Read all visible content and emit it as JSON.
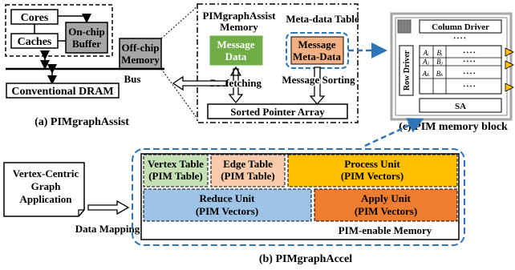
{
  "assist": {
    "cores": "Cores",
    "caches": "Caches",
    "buffer_line1": "On-chip",
    "buffer_line2": "Buffer",
    "offchip_line1": "Off-chip",
    "offchip_line2": "Memory",
    "bus": "Bus",
    "dram": "Conventional DRAM",
    "caption": "(a) PIMgraphAssist"
  },
  "zoom": {
    "memory_title_line1": "PIMgraphAssist",
    "memory_title_line2": "Memory",
    "meta_table_title": "Meta-data Table",
    "message_data_line1": "Message",
    "message_data_line2": "Data",
    "message_meta_line1": "Message",
    "message_meta_line2": "Meta-Data",
    "prefetching": "Prefetching",
    "message_sorting": "Message Sorting",
    "sorted_pointer_array": "Sorted Pointer Array"
  },
  "block": {
    "column_driver": "Column Driver",
    "row_driver": "Row Driver",
    "sa": "SA",
    "cells_row1": [
      "Aᵢ",
      "Bᵢ"
    ],
    "cells_row2": [
      "Aⱼ",
      "Bⱼ"
    ],
    "cells_row3": [
      "Aₖ",
      "Bₖ"
    ],
    "dots": "• • • •",
    "caption": "(c) PIM memory block"
  },
  "accel": {
    "app_line1": "Vertex-Centric",
    "app_line2": "Graph",
    "app_line3": "Application",
    "data_mapping": "Data Mapping",
    "vertex_line1": "Vertex Table",
    "vertex_line2": "(PIM Table)",
    "edge_line1": "Edge Table",
    "edge_line2": "(PIM Table)",
    "process_line1": "Process Unit",
    "process_line2": "(PIM Vectors)",
    "reduce_line1": "Reduce Unit",
    "reduce_line2": "(PIM Vectors)",
    "apply_line1": "Apply Unit",
    "apply_line2": "(PIM Vectors)",
    "memory": "PIM-enable Memory",
    "caption": "(b) PIMgraphAccel"
  },
  "colors": {
    "green": "#70ad47",
    "salmon": "#f4b183",
    "gray": "#a6a6a6",
    "light_green": "#c5e0b4",
    "peach": "#f8cbad",
    "yellow": "#ffc000",
    "blue": "#9dc3e6",
    "orange": "#ed7d31",
    "dashed_blue": "#2e75b6"
  }
}
